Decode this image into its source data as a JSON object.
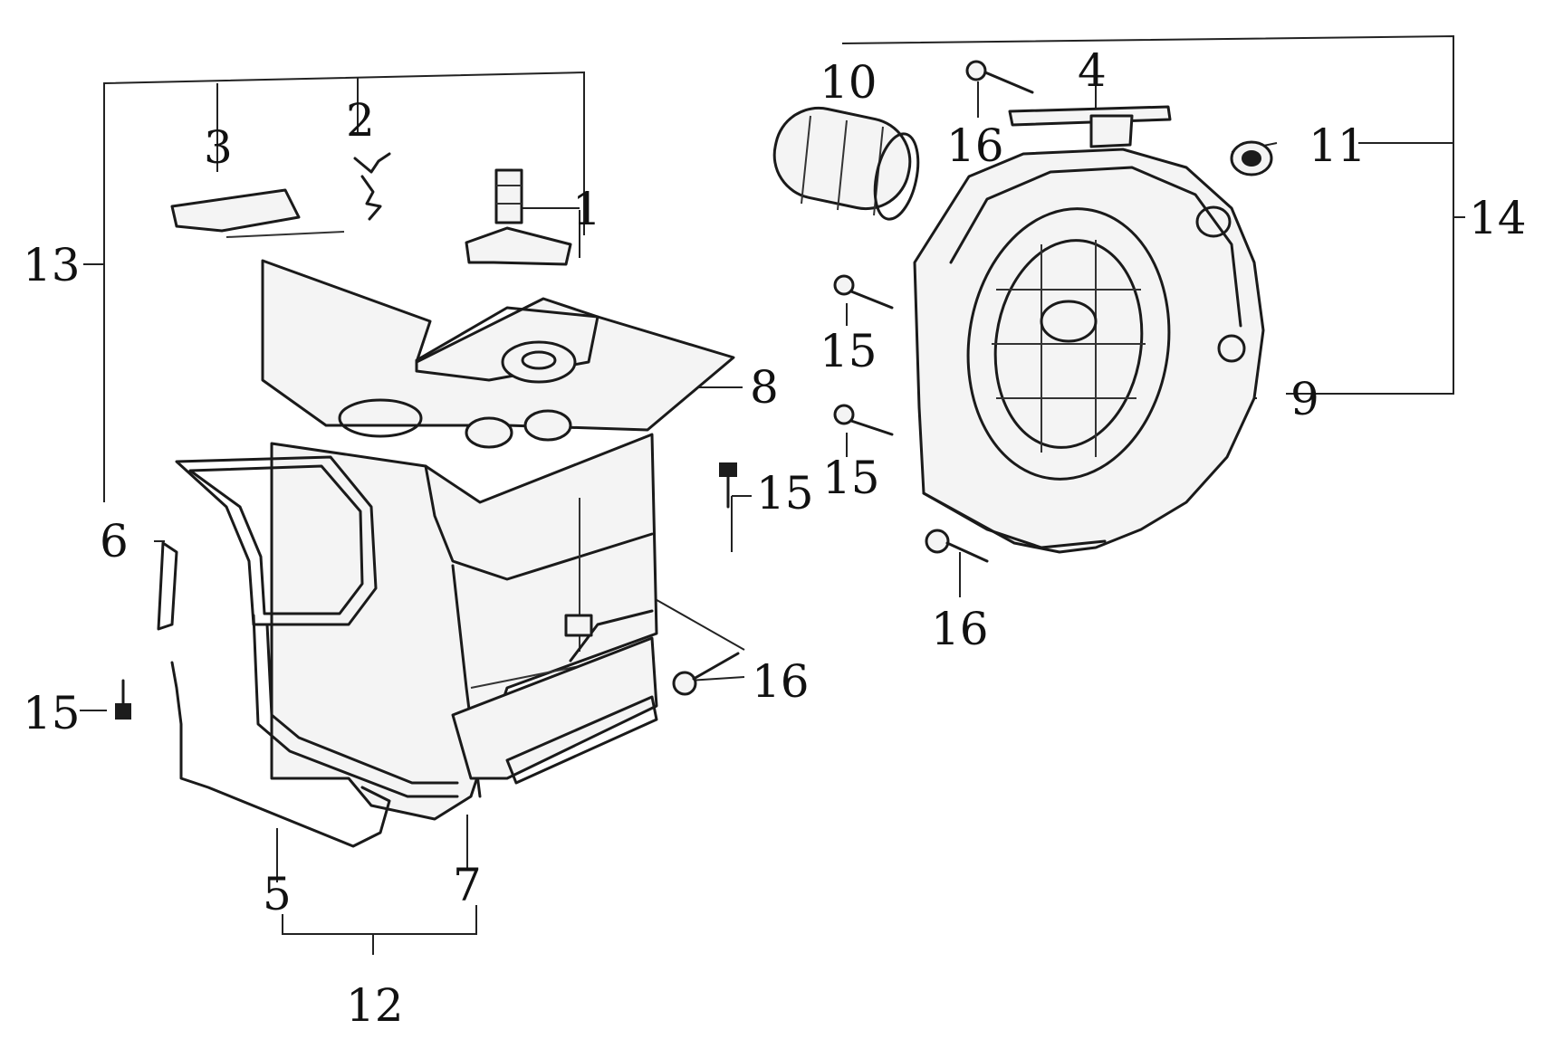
{
  "callouts": {
    "n1": "1",
    "n2": "2",
    "n3": "3",
    "n4": "4",
    "n5": "5",
    "n6": "6",
    "n7": "7",
    "n8": "8",
    "n9": "9",
    "n10": "10",
    "n11": "11",
    "n12": "12",
    "n13": "13",
    "n14": "14",
    "n15a": "15",
    "n15b": "15",
    "n15c": "15",
    "n15d": "15",
    "n16a": "16",
    "n16b": "16",
    "n16c": "16"
  }
}
